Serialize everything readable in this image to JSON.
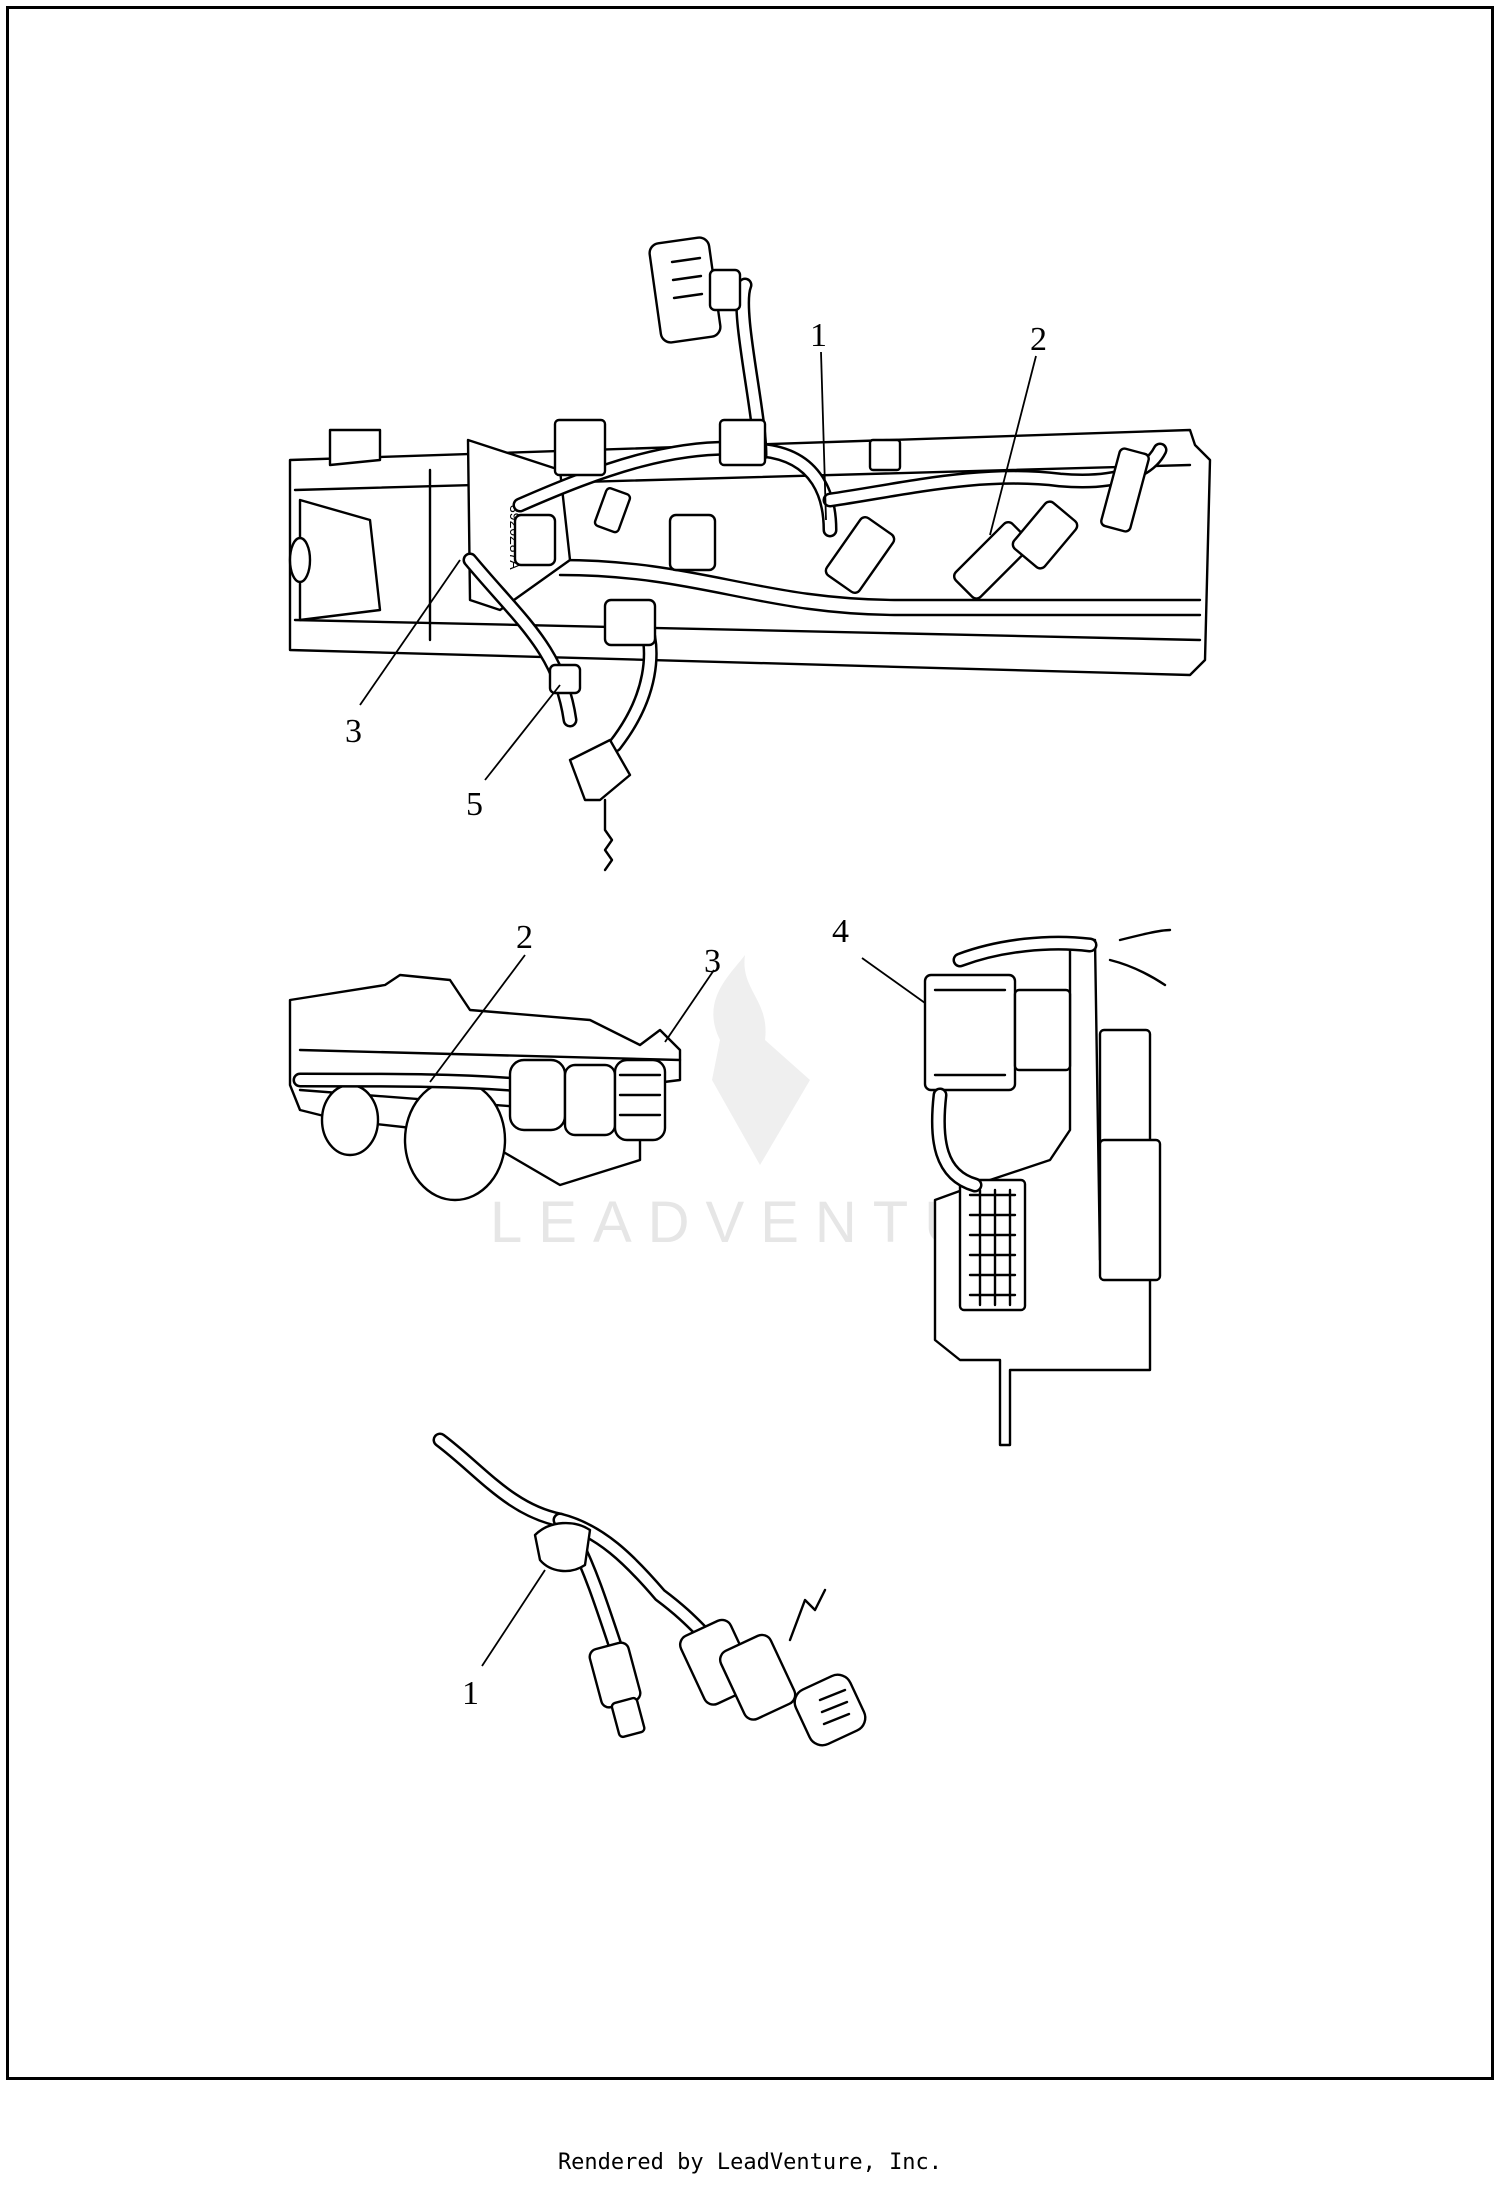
{
  "callouts": [
    {
      "id": "top-1",
      "label": "1"
    },
    {
      "id": "top-2",
      "label": "2"
    },
    {
      "id": "top-3",
      "label": "3"
    },
    {
      "id": "top-5",
      "label": "5"
    },
    {
      "id": "mid-2",
      "label": "2"
    },
    {
      "id": "mid-3",
      "label": "3"
    },
    {
      "id": "mid-4",
      "label": "4"
    },
    {
      "id": "bot-1",
      "label": "1"
    }
  ],
  "part_marking": "3920Z87A",
  "watermark": {
    "text": "LEADVENTU",
    "icon": "flame-v-logo-icon",
    "color": "#e6e6e6"
  },
  "footer": {
    "text": "Rendered by LeadVenture, Inc."
  }
}
